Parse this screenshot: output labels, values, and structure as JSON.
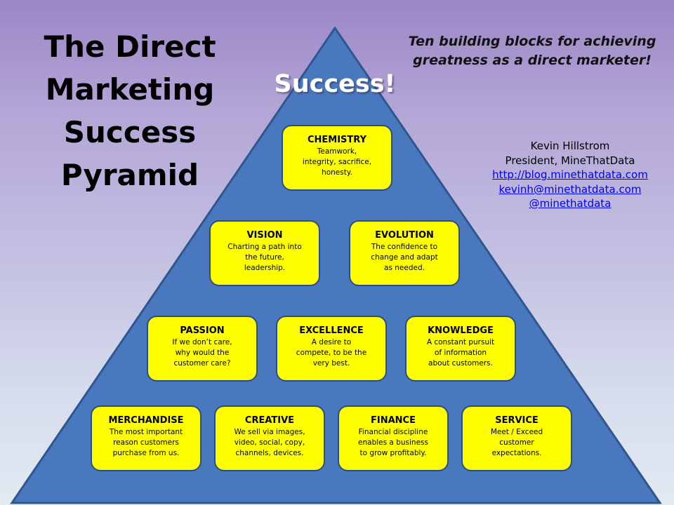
{
  "title": {
    "line1": "The Direct",
    "line2": "Marketing",
    "line3": "Success",
    "line4": "Pyramid"
  },
  "subtitle": {
    "line1": "Ten building blocks for achieving",
    "line2": "greatness as a direct marketer!"
  },
  "apex_label": "Success!",
  "author": {
    "name": "Kevin Hillstrom",
    "role": "President, MineThatData",
    "blog_url": "http://blog.minethatdata.com",
    "email": "kevinh@minethatdata.com",
    "handle": "@minethatdata"
  },
  "colors": {
    "pyramid_fill": "#4a78be",
    "pyramid_stroke": "#2f578f",
    "block_fill": "#ffff00",
    "block_border": "#2a4d86"
  },
  "blocks": {
    "chemistry": {
      "title": "CHEMISTRY",
      "desc": "Teamwork,\nintegrity, sacrifice,\nhonesty."
    },
    "vision": {
      "title": "VISION",
      "desc": "Charting a path into\nthe future,\nleadership."
    },
    "evolution": {
      "title": "EVOLUTION",
      "desc": "The confidence to\nchange and adapt\nas needed."
    },
    "passion": {
      "title": "PASSION",
      "desc": "If we don’t care,\nwhy would the\ncustomer care?"
    },
    "excellence": {
      "title": "EXCELLENCE",
      "desc": "A desire to\ncompete, to be the\nvery best."
    },
    "knowledge": {
      "title": "KNOWLEDGE",
      "desc": "A constant pursuit\nof information\nabout customers."
    },
    "merchandise": {
      "title": "MERCHANDISE",
      "desc": "The most important\nreason customers\npurchase from us."
    },
    "creative": {
      "title": "CREATIVE",
      "desc": "We sell via images,\nvideo, social, copy,\nchannels, devices."
    },
    "finance": {
      "title": "FINANCE",
      "desc": "Financial discipline\nenables a business\nto grow profitably."
    },
    "service": {
      "title": "SERVICE",
      "desc": "Meet / Exceed\ncustomer\nexpectations."
    }
  }
}
